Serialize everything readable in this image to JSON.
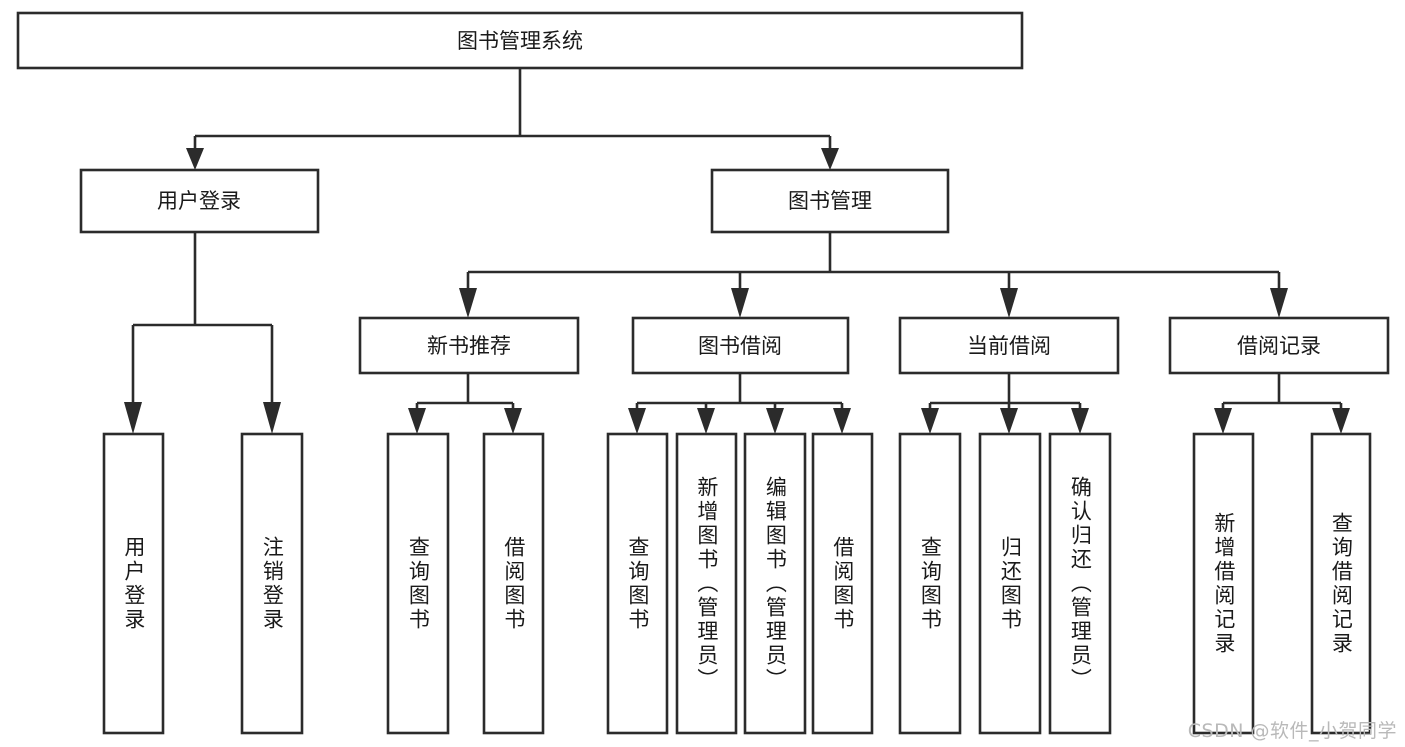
{
  "diagram": {
    "type": "tree-hierarchy-flowchart",
    "orientation": "top-down",
    "stroke_color": "#2b2b2b",
    "fill_color": "#ffffff",
    "text_color": "#1a1a1a",
    "background": "#ffffff"
  },
  "root": {
    "label": "图书管理系统"
  },
  "level2": [
    {
      "label": "用户登录"
    },
    {
      "label": "图书管理"
    }
  ],
  "level3": [
    {
      "label": "新书推荐"
    },
    {
      "label": "图书借阅"
    },
    {
      "label": "当前借阅"
    },
    {
      "label": "借阅记录"
    }
  ],
  "leaves": {
    "user_login": [
      {
        "label": "用户登录"
      },
      {
        "label": "注销登录"
      }
    ],
    "new_book_recommend": [
      {
        "label": "查询图书"
      },
      {
        "label": "借阅图书"
      }
    ],
    "book_borrow": [
      {
        "label": "查询图书"
      },
      {
        "label": "新增图书（管理员）"
      },
      {
        "label": "编辑图书（管理员）"
      },
      {
        "label": "借阅图书"
      }
    ],
    "current_borrow": [
      {
        "label": "查询图书"
      },
      {
        "label": "归还图书"
      },
      {
        "label": "确认归还（管理员）"
      }
    ],
    "borrow_record": [
      {
        "label": "新增借阅记录"
      },
      {
        "label": "查询借阅记录"
      }
    ]
  },
  "watermark": {
    "text": "CSDN @软件_小贺同学"
  }
}
